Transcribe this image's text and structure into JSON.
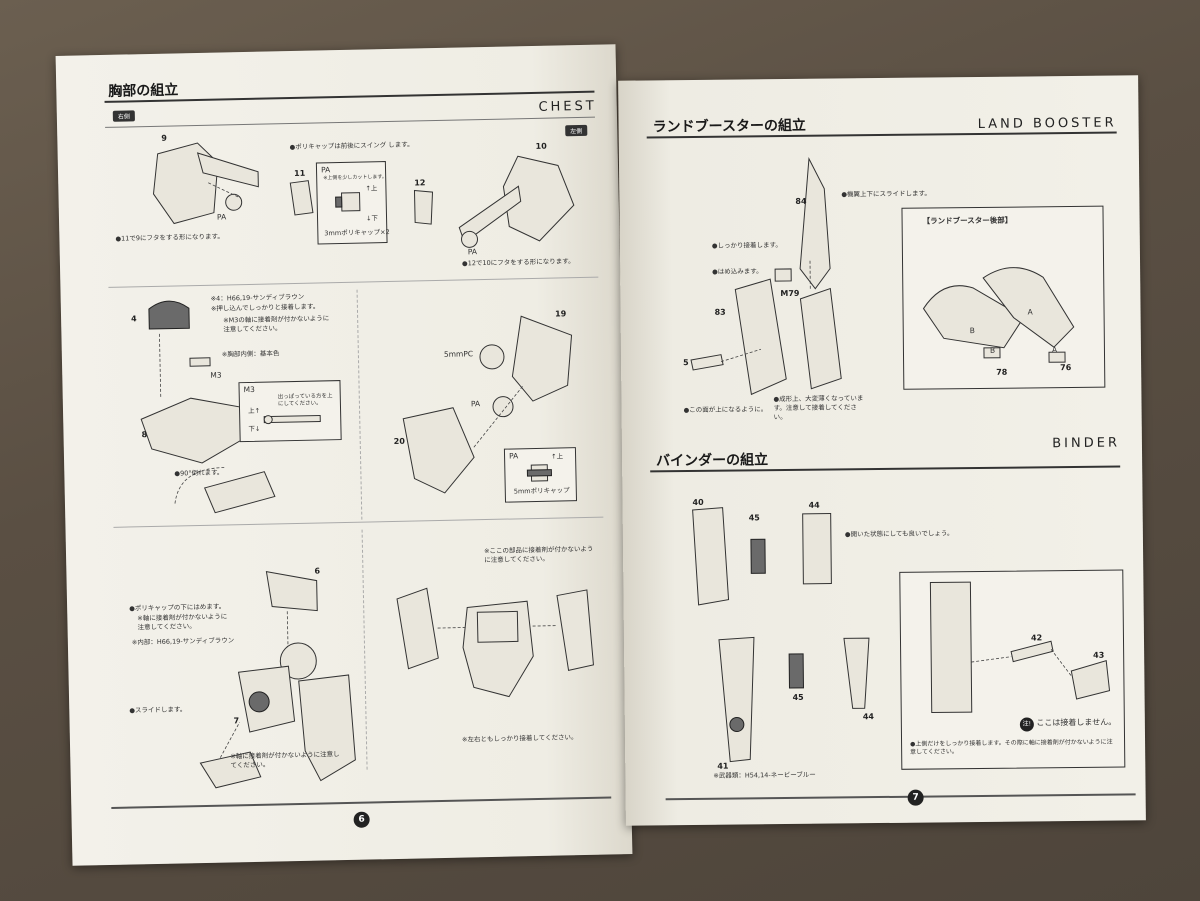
{
  "left_page": {
    "title": "胸部の組立",
    "title_en": "CHEST",
    "tag_right": "右側",
    "tag_left": "左側",
    "notes": {
      "swing": "●ポリキャップは前後にスイング します。",
      "pa_inset_title": "PA",
      "pa_inset_note": "※上側を少しカットします。",
      "pa_up": "↑上",
      "pa_down": "↓下",
      "pa_caption": "3mmポリキャップ×2",
      "lid_11": "●11で9にフタをする形になります。",
      "lid_12": "●12で10にフタをする形になります。",
      "color_4": "※4：H66,19-サンディブラウン",
      "color_4b": "※押し込んでしっかりと接着します。",
      "m3_note": "※M3の軸に接着剤が付かないように注意してください。",
      "chest_inner": "※胸部内側：基本色",
      "m3_box_title": "M3",
      "m3_box_note": "出っぱっている方を上にしてください。",
      "m3_up": "上↑",
      "m3_down": "下↓",
      "fold": "●90°倒れます。",
      "pa_box_title": "PA",
      "pa_box_up": "↑上",
      "pa_box_caption": "5mmポリキャップ",
      "polycap_under": "●ポリキャップの下にはめます。",
      "axis_glue": "※軸に接着剤が付かないように注意してください。",
      "inner_color": "※内部：H66,19-サンディブラウン",
      "slide": "●スライドします。",
      "axis_glue2": "※軸に接着剤が付かないように注意してください。",
      "no_glue_part": "※ここの部品に接着剤が付かないように注意してください。",
      "glue_both": "※左右ともしっかり接着してください。"
    },
    "part_numbers": [
      "9",
      "11",
      "12",
      "10",
      "4",
      "8",
      "19",
      "20",
      "6",
      "7"
    ],
    "labels": {
      "pa1": "PA",
      "pa2": "PA",
      "m3": "M3",
      "pc5": "5mmPC",
      "pa3": "PA"
    },
    "page_number": "6"
  },
  "right_page": {
    "lb_title": "ランドブースターの組立",
    "lb_title_en": "LAND BOOSTER",
    "lb_notes": {
      "slide": "●機翼上下にスライドします。",
      "glue": "●しっかり接着します。",
      "fit": "●はめ込みます。",
      "face_up": "●この面が上になるように。",
      "molding": "●成形上、大変薄くなっています。注意して接着してください。"
    },
    "lb_inset_title": "【ランドブースター後部】",
    "lb_parts": [
      "84",
      "M79",
      "83",
      "5"
    ],
    "lb_inset_parts": [
      "A",
      "B",
      "B",
      "A",
      "78",
      "76"
    ],
    "binder_title": "バインダーの組立",
    "binder_title_en": "BINDER",
    "binder_notes": {
      "open": "●開いた状態にしても良いでしょう。",
      "no_glue": "ここは接着しません。",
      "no_glue_badge": "注!",
      "upper_glue": "●上側だけをしっかり接着します。その際に軸に接着剤が付かないように注意してください。",
      "weapon_color": "※武器類：H54,14-ネービーブルー"
    },
    "binder_parts": [
      "40",
      "44",
      "45",
      "41",
      "45",
      "44",
      "42",
      "43"
    ],
    "page_number": "7"
  }
}
